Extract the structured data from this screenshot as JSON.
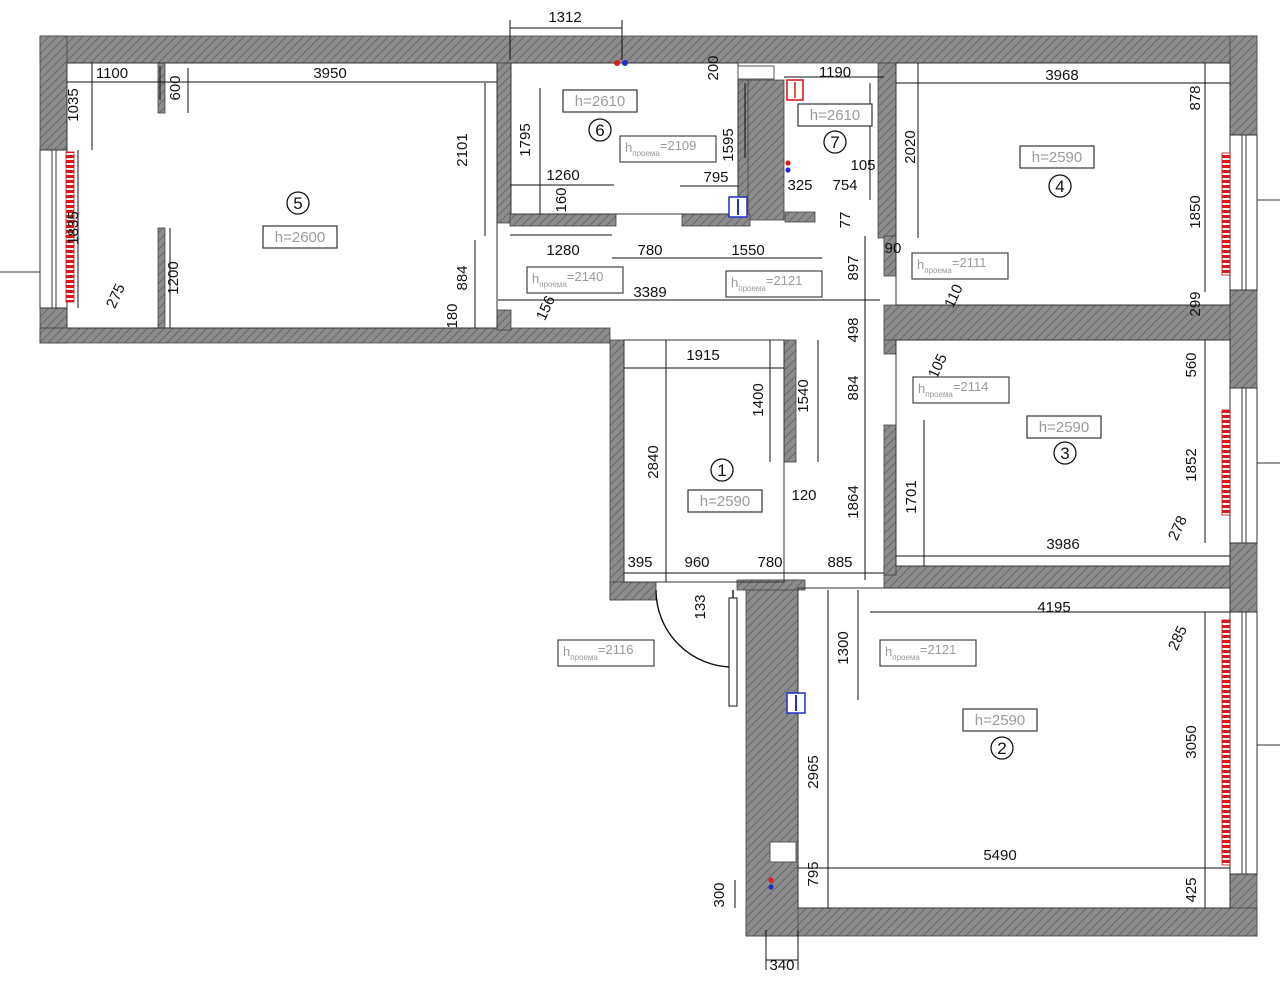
{
  "rooms": [
    {
      "id": "5",
      "label": "5",
      "height": "h=2600"
    },
    {
      "id": "6",
      "label": "6",
      "height": "h=2610"
    },
    {
      "id": "7",
      "label": "7",
      "height": "h=2610"
    },
    {
      "id": "4",
      "label": "4",
      "height": "h=2590"
    },
    {
      "id": "3",
      "label": "3",
      "height": "h=2590"
    },
    {
      "id": "1",
      "label": "1",
      "height": "h=2590"
    },
    {
      "id": "2",
      "label": "2",
      "height": "h=2590"
    }
  ],
  "openings": [
    {
      "prefix": "h",
      "sub": "проема",
      "value": "=2109"
    },
    {
      "prefix": "h",
      "sub": "проема",
      "value": "=2140"
    },
    {
      "prefix": "h",
      "sub": "проема",
      "value": "=2121"
    },
    {
      "prefix": "h",
      "sub": "проема",
      "value": "=2111"
    },
    {
      "prefix": "h",
      "sub": "проема",
      "value": "=2114"
    },
    {
      "prefix": "h",
      "sub": "проема",
      "value": "=2116"
    },
    {
      "prefix": "h",
      "sub": "проема",
      "value": "=2121"
    }
  ],
  "dimensions": [
    "1312",
    "1100",
    "3950",
    "600",
    "1035",
    "1835",
    "275",
    "1200",
    "2101",
    "884",
    "180",
    "156",
    "3389",
    "1795",
    "1260",
    "160",
    "1280",
    "780",
    "1550",
    "795",
    "1595",
    "200",
    "1190",
    "325",
    "754",
    "105",
    "77",
    "90",
    "897",
    "498",
    "884",
    "1864",
    "3968",
    "878",
    "2020",
    "1850",
    "299",
    "110",
    "560",
    "105",
    "1852",
    "1701",
    "3986",
    "278",
    "1915",
    "1400",
    "1540",
    "2840",
    "120",
    "395",
    "960",
    "780",
    "885",
    "133",
    "1300",
    "2965",
    "795",
    "300",
    "340",
    "4195",
    "285",
    "3050",
    "5490",
    "425"
  ],
  "colors": {
    "wall": "#8c8c8c",
    "window": "#e01818",
    "marker_red": "#d81e1e",
    "marker_blue": "#1f2fc8"
  }
}
